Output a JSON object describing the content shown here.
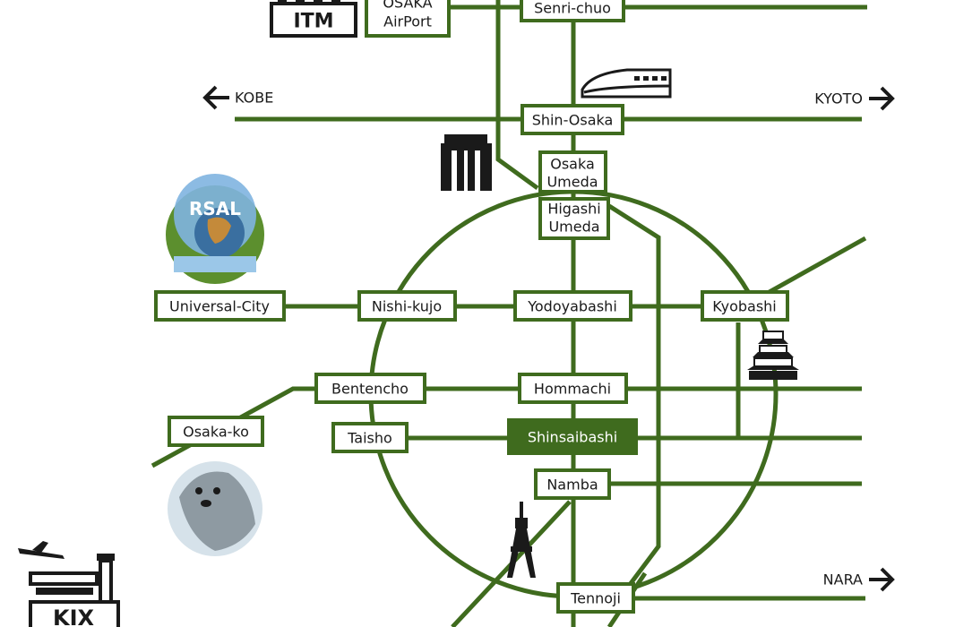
{
  "map": {
    "accent_color": "#3f6b1e",
    "stations": {
      "itm": "ITM",
      "osaka_airport_line1": "OSAKA",
      "osaka_airport_line2": "AirPort",
      "senri_chuo": "Senri-chuo",
      "shin_osaka": "Shin-Osaka",
      "osaka_umeda_line1": "Osaka",
      "osaka_umeda_line2": "Umeda",
      "higashi_umeda_line1": "Higashi",
      "higashi_umeda_line2": "Umeda",
      "universal_city": "Universal-City",
      "nishi_kujo": "Nishi-kujo",
      "yodoyabashi": "Yodoyabashi",
      "kyobashi": "Kyobashi",
      "bentencho": "Bentencho",
      "hommachi": "Hommachi",
      "osaka_ko": "Osaka-ko",
      "taisho": "Taisho",
      "shinsaibashi": "Shinsaibashi",
      "namba": "Namba",
      "tennoji": "Tennoji",
      "kix": "KIX"
    },
    "directions": {
      "kobe": "KOBE",
      "kyoto": "KYOTO",
      "nara": "NARA"
    },
    "icons": [
      "bullet-train-icon",
      "building-icon",
      "universal-globe-icon",
      "osaka-castle-icon",
      "seal-icon",
      "tsutenkaku-tower-icon",
      "airport-icon",
      "airplane-icon",
      "arrow-left-icon",
      "arrow-right-icon"
    ]
  }
}
